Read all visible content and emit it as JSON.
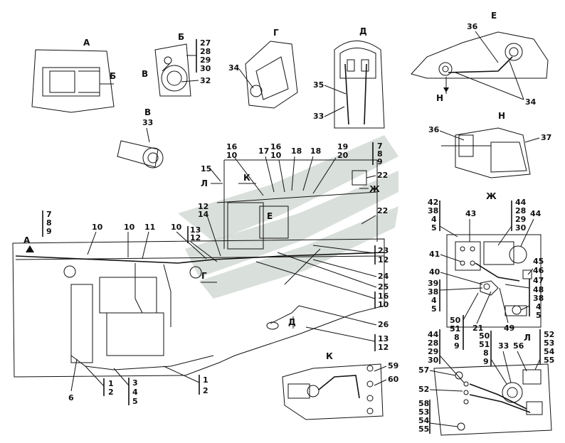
{
  "views": {
    "a": "А",
    "b": "Б",
    "v": "В",
    "g": "Г",
    "d": "Д",
    "e": "Е",
    "n": "Н",
    "zh": "Ж",
    "k": "К",
    "l": "Л"
  },
  "arrows": {
    "b_in_a": "Б",
    "v_in_b": "В",
    "a_main": "А",
    "g_main": "Г",
    "d_main": "Д",
    "k_main": "К",
    "l_main": "Л",
    "zh_main": "Ж",
    "n_in_e": "Н",
    "e_box": "Е"
  },
  "callouts": {
    "c27": "27",
    "c28": "28",
    "c29": "29",
    "c30": "30",
    "c32": "32",
    "c34g": "34",
    "c35": "35",
    "c33d": "33",
    "c36e": "36",
    "c34e": "34",
    "c33v": "33",
    "c36n": "36",
    "c37": "37",
    "c16a": "16",
    "c10a": "10",
    "c17": "17",
    "c16b": "16",
    "c10b": "10",
    "c18a": "18",
    "c18b": "18",
    "c19": "19",
    "c20": "20",
    "c15": "15",
    "c7r": "7",
    "c8r": "8",
    "c9r": "9",
    "c22a": "22",
    "c22b": "22",
    "c12a": "12",
    "c14": "14",
    "c13": "13",
    "c12b": "12",
    "c7l": "7",
    "c8l": "8",
    "c9l": "9",
    "c10c": "10",
    "c10d": "10",
    "c11": "11",
    "c10e": "10",
    "c23": "23",
    "c12c": "12",
    "c24": "24",
    "c25": "25",
    "c16c": "16",
    "c10f": "10",
    "c26": "26",
    "c13b": "13",
    "c12d": "12",
    "c6": "6",
    "c1a": "1",
    "c2a": "2",
    "c3": "3",
    "c4": "4",
    "c5": "5",
    "c1b": "1",
    "c2b": "2",
    "zh42": "42",
    "zh38a": "38",
    "zh4a": "4",
    "zh5a": "5",
    "zh43": "43",
    "zh44a": "44",
    "zh28": "28",
    "zh29": "29",
    "zh30": "30",
    "zh44b": "44",
    "zh41": "41",
    "zh45": "45",
    "zh46": "46",
    "zh40": "40",
    "zh39": "39",
    "zh38b": "38",
    "zh4b": "4",
    "zh5b": "5",
    "zh47": "47",
    "zh48": "48",
    "zh38c": "38",
    "zh4c": "4",
    "zh5c": "5",
    "zh50": "50",
    "zh51": "51",
    "zh8": "8",
    "zh9": "9",
    "zh21": "21",
    "zh49": "49",
    "k59": "59",
    "k60": "60",
    "l44": "44",
    "l28": "28",
    "l29": "29",
    "l30": "30",
    "l50": "50",
    "l51": "51",
    "l8": "8",
    "l9": "9",
    "l33": "33",
    "l56": "56",
    "l52a": "52",
    "l53a": "53",
    "l54a": "54",
    "l55a": "55",
    "l57": "57",
    "l52b": "52",
    "l58": "58",
    "l53b": "53",
    "l54b": "54",
    "l55b": "55"
  }
}
